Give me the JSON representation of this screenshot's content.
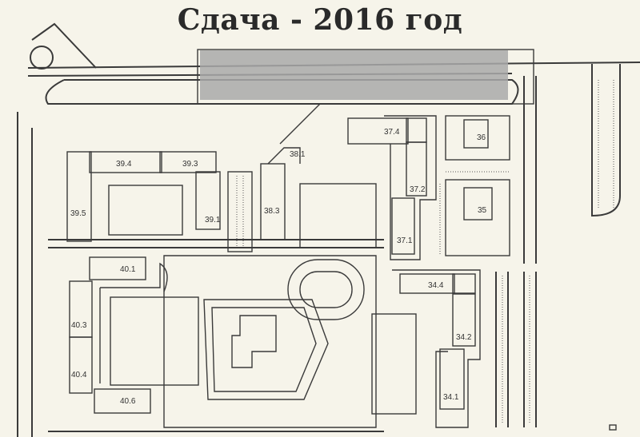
{
  "title": "Сдача - 2016 год",
  "buildings": {
    "b39_4": "39.4",
    "b39_3": "39.3",
    "b39_5": "39.5",
    "b39_1": "39.1",
    "b38_3": "38.3",
    "b38_1": "38.1",
    "b37_4": "37.4",
    "b37_2": "37.2",
    "b37_1": "37.1",
    "b36": "36",
    "b35": "35",
    "b40_1": "40.1",
    "b40_3": "40.3",
    "b40_4": "40.4",
    "b40_6": "40.6",
    "b34_4": "34.4",
    "b34_2": "34.2",
    "b34_1": "34.1"
  },
  "colors": {
    "background": "#f6f4ea",
    "lines": "#3a3a3a",
    "redaction": "#a9a9a9"
  }
}
